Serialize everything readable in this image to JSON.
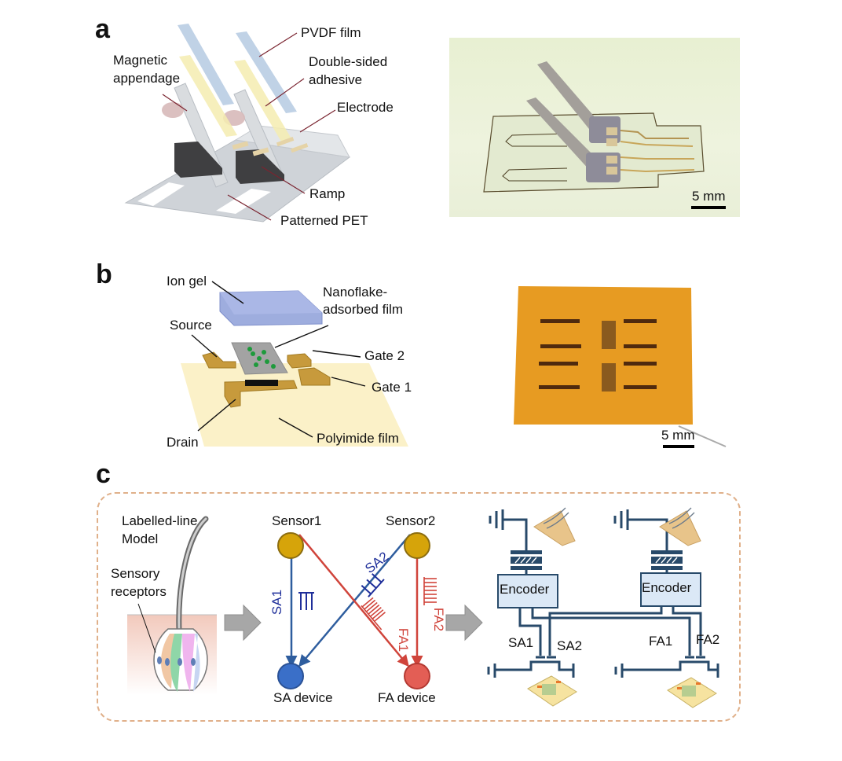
{
  "panels": {
    "a": {
      "letter": "a",
      "labels": {
        "pvdf": "PVDF film",
        "magnetic_line1": "Magnetic",
        "magnetic_line2": "appendage",
        "adhesive_line1": "Double-sided",
        "adhesive_line2": "adhesive",
        "electrode": "Electrode",
        "ramp": "Ramp",
        "pet": "Patterned PET"
      },
      "photo_scale": "5 mm"
    },
    "b": {
      "letter": "b",
      "labels": {
        "ion_gel": "Ion gel",
        "nanoflake_line1": "Nanoflake-",
        "nanoflake_line2": "adsorbed film",
        "source": "Source",
        "gate2": "Gate 2",
        "gate1": "Gate 1",
        "drain": "Drain",
        "polyimide": "Polyimide film"
      },
      "photo_scale": "5 mm"
    },
    "c": {
      "letter": "c",
      "model_line1": "Labelled-line",
      "model_line2": "Model",
      "receptors_line1": "Sensory",
      "receptors_line2": "receptors",
      "network": {
        "sensor1": "Sensor1",
        "sensor2": "Sensor2",
        "sa_device": "SA device",
        "fa_device": "FA device",
        "sa1": "SA1",
        "sa2": "SA2",
        "fa1": "FA1",
        "fa2": "FA2"
      },
      "circuit": {
        "encoder_left": "Encoder",
        "encoder_right": "Encoder",
        "sa1": "SA1",
        "sa2": "SA2",
        "fa1": "FA1",
        "fa2": "FA2"
      }
    }
  },
  "colors": {
    "sa_blue": "#2e5d9e",
    "sa_text": "#1f2f9a",
    "fa_red": "#d0443b",
    "sensor_gold": "#d6a40a",
    "circuit_navy": "#284a6a",
    "dashed_border": "#e0b08a",
    "encoder_fill": "#dbe8f6"
  }
}
